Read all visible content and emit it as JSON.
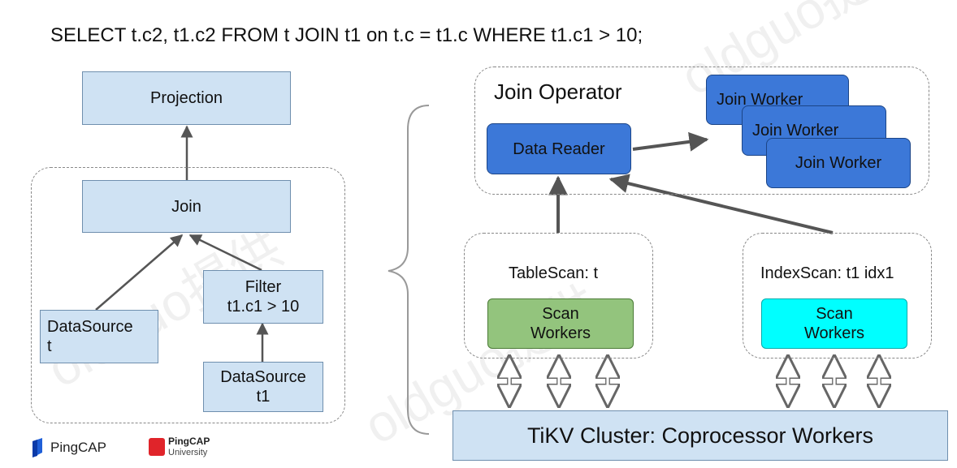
{
  "query": "SELECT t.c2, t1.c2 FROM t JOIN  t1 on t.c = t1.c WHERE t1.c1 > 10;",
  "left": {
    "projection": "Projection",
    "join": "Join",
    "filter_line1": "Filter",
    "filter_line2": "t1.c1 > 10",
    "ds_t_line1": "DataSource",
    "ds_t_line2": "t",
    "ds_t1_line1": "DataSource",
    "ds_t1_line2": "t1"
  },
  "right": {
    "join_operator": "Join Operator",
    "data_reader": "Data Reader",
    "join_workers": [
      "Join Worker",
      "Join Worker",
      "Join Worker"
    ],
    "tablescan_label": "TableScan: t",
    "indexscan_label": "IndexScan: t1 idx1",
    "scan_workers_line1": "Scan",
    "scan_workers_line2": "Workers",
    "tikv": "TiKV Cluster: Coprocessor Workers"
  },
  "logos": {
    "pingcap": "PingCAP",
    "university_line1": "PingCAP",
    "university_line2": "University"
  },
  "watermark": "oldguo提供"
}
